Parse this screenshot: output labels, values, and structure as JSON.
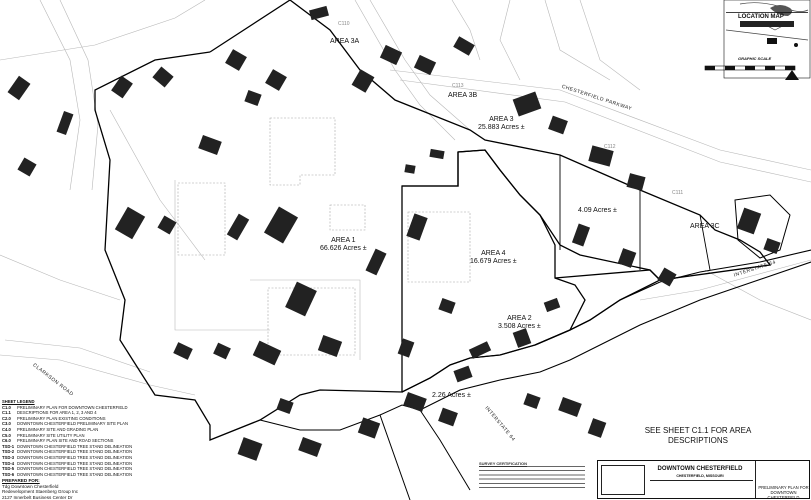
{
  "areas": {
    "area3a": "AREA 3A",
    "area3b": "AREA 3B",
    "area3": {
      "name": "AREA 3",
      "acres": "25.883 Acres ±"
    },
    "area1": {
      "name": "AREA 1",
      "acres": "66.626 Acres ±"
    },
    "area4": {
      "name": "AREA 4",
      "acres": "16.679 Acres ±"
    },
    "area2": {
      "name": "AREA 2",
      "acres": "3.508 Acres ±"
    },
    "area3c": "AREA 3C",
    "acres_409": "4.09 Acres ±",
    "acres_226": "2.26 Acres ±"
  },
  "refs": {
    "c110": "C110",
    "c113": "C113",
    "c112": "C112",
    "c111": "C111"
  },
  "roads": {
    "chesterfield_parkway": "CHESTERFIELD PARKWAY",
    "interstate_64": "INTERSTATE 64",
    "clarkson_road": "CLARKSON ROAD"
  },
  "location_map": {
    "title": "LOCATION MAP",
    "scale_label": "GRAPHIC SCALE"
  },
  "legend": {
    "title": "SHEET LEGEND",
    "items": [
      {
        "code": "C1.0",
        "text": "PRELIMINARY PLAN FOR DOWNTOWN CHESTERFIELD"
      },
      {
        "code": "C1.1",
        "text": "DESCRIPTIONS FOR AREA 1, 2, 3 AND 4"
      },
      {
        "code": "C2.0",
        "text": "PRELIMINARY PLAN EXISTING CONDITIONS"
      },
      {
        "code": "C3.0",
        "text": "DOWNTOWN CHESTERFIELD PRELIMINARY SITE PLAN"
      },
      {
        "code": "C4.0",
        "text": "PRELIMINARY SITE AND GRADING PLAN"
      },
      {
        "code": "C5.0",
        "text": "PRELIMINARY SITE UTILITY PLAN"
      },
      {
        "code": "C6.0",
        "text": "PRELIMINARY PLAN SITE AND ROAD SECTIONS"
      },
      {
        "code": "TSD-1",
        "text": "DOWNTOWN CHESTERFIELD TREE STAND DELINEATION"
      },
      {
        "code": "TSD-2",
        "text": "DOWNTOWN CHESTERFIELD TREE STAND DELINEATION"
      },
      {
        "code": "TSD-3",
        "text": "DOWNTOWN CHESTERFIELD TREE STAND DELINEATION"
      },
      {
        "code": "TSD-4",
        "text": "DOWNTOWN CHESTERFIELD TREE STAND DELINEATION"
      },
      {
        "code": "TSD-5",
        "text": "DOWNTOWN CHESTERFIELD TREE STAND DELINEATION"
      },
      {
        "code": "TSD-6",
        "text": "DOWNTOWN CHESTERFIELD TREE STAND DELINEATION"
      }
    ]
  },
  "prepared_for": {
    "title": "PREPARED FOR:",
    "line1": "Tdg Downtown Chesterfield",
    "line2": "Redevelopment Staenberg Group Inc",
    "line3": "2127 Innerbelt Business Center Dr"
  },
  "note": "SEE SHEET C1.1 FOR AREA DESCRIPTIONS",
  "certification": {
    "title": "SURVEY CERTIFICATION"
  },
  "title_block": {
    "project": "DOWNTOWN CHESTERFIELD",
    "location": "CHESTERFIELD, MISSOURI",
    "sheet_name": "PRELIMINARY PLAN FOR DOWNTOWN CHESTERFIELD"
  }
}
